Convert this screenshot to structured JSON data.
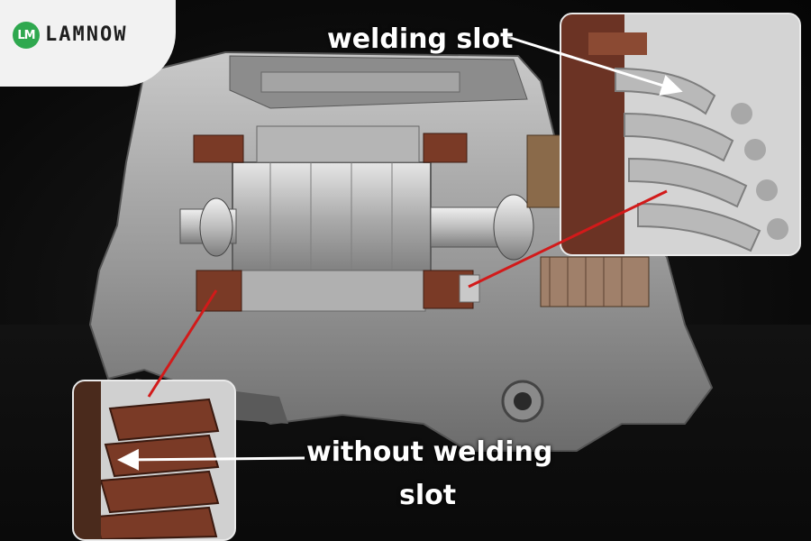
{
  "logo": {
    "mark": "LM",
    "text": "LAMNOW"
  },
  "captions": {
    "welding_slot": "welding slot",
    "without_welding_line1": "without welding",
    "without_welding_line2": "slot"
  },
  "colors": {
    "logo_green": "#2fa84f",
    "pointer_red": "#d21a1a",
    "pointer_white": "#ffffff",
    "copper": "#7a3a26"
  }
}
